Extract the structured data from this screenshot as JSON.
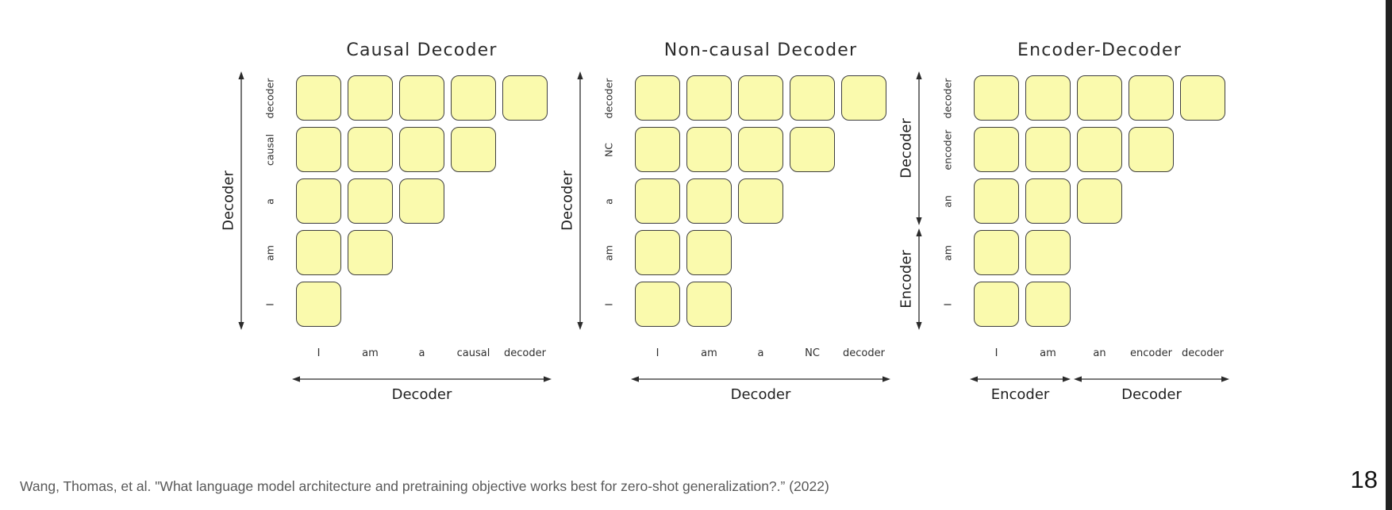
{
  "slide": {
    "page_number": "18",
    "citation": "Wang, Thomas, et al. \"What language model architecture and pretraining objective works best for zero-shot generalization?.” (2022)"
  },
  "diagram": {
    "cell_color": "#fafaad",
    "cell_border_color": "#3e3e3e",
    "arrow_color": "#2b2b2b",
    "panels": [
      {
        "id": "causal-decoder",
        "title": "Causal Decoder",
        "row_labels_top_to_bottom": [
          "decoder",
          "causal",
          "a",
          "am",
          "I"
        ],
        "col_labels": [
          "I",
          "am",
          "a",
          "causal",
          "decoder"
        ],
        "cells_per_row_top_to_bottom": [
          5,
          4,
          3,
          2,
          1
        ],
        "y_axis_segments": [
          {
            "label": "Decoder",
            "from_row": 0,
            "to_row": 4
          }
        ],
        "x_axis_segments": [
          {
            "label": "Decoder",
            "from_col": 0,
            "to_col": 4
          }
        ]
      },
      {
        "id": "non-causal-decoder",
        "title": "Non-causal Decoder",
        "row_labels_top_to_bottom": [
          "decoder",
          "NC",
          "a",
          "am",
          "I"
        ],
        "col_labels": [
          "I",
          "am",
          "a",
          "NC",
          "decoder"
        ],
        "cells_per_row_top_to_bottom": [
          5,
          4,
          3,
          2,
          2
        ],
        "y_axis_segments": [
          {
            "label": "Decoder",
            "from_row": 0,
            "to_row": 4
          }
        ],
        "x_axis_segments": [
          {
            "label": "Decoder",
            "from_col": 0,
            "to_col": 4
          }
        ]
      },
      {
        "id": "encoder-decoder",
        "title": "Encoder-Decoder",
        "row_labels_top_to_bottom": [
          "decoder",
          "encoder",
          "an",
          "am",
          "I"
        ],
        "col_labels": [
          "I",
          "am",
          "an",
          "encoder",
          "decoder"
        ],
        "cells_per_row_top_to_bottom": [
          5,
          4,
          3,
          2,
          2
        ],
        "y_axis_segments": [
          {
            "label": "Decoder",
            "from_row": 0,
            "to_row": 2
          },
          {
            "label": "Encoder",
            "from_row": 3,
            "to_row": 4
          }
        ],
        "x_axis_segments": [
          {
            "label": "Encoder",
            "from_col": 0,
            "to_col": 1
          },
          {
            "label": "Decoder",
            "from_col": 2,
            "to_col": 4
          }
        ]
      }
    ]
  }
}
